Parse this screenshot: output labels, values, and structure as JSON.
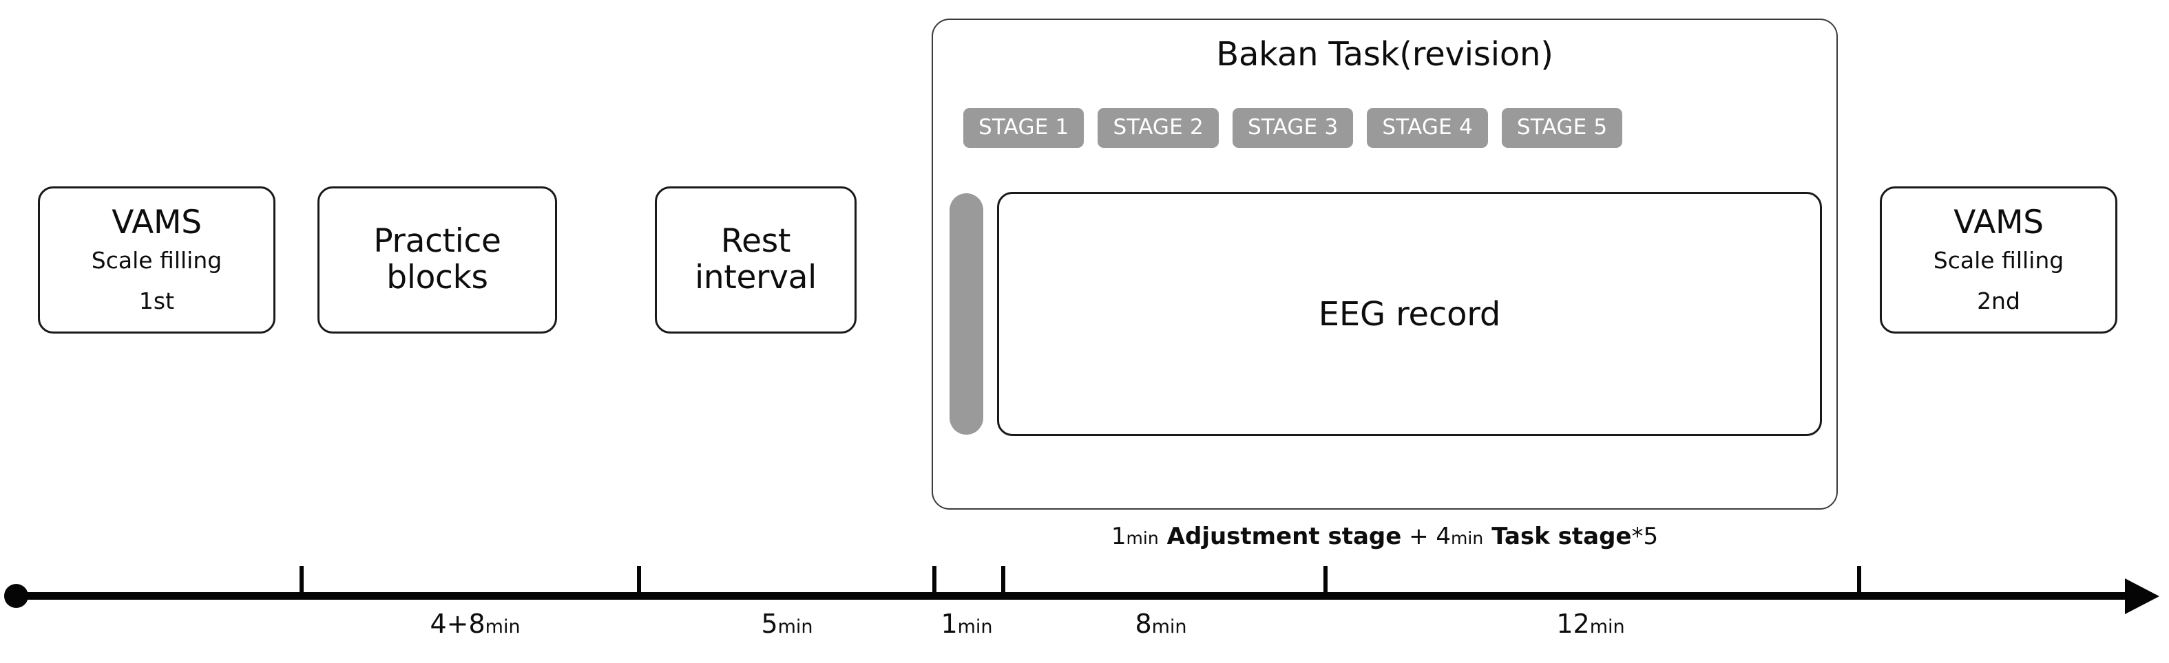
{
  "phases": [
    {
      "id": "vams-1",
      "title": "VAMS",
      "subtitle": "Scale filling",
      "ordinal": "1st"
    },
    {
      "id": "practice-blocks",
      "title": "Practice\nblocks",
      "line1": "Practice",
      "line2": "blocks"
    },
    {
      "id": "rest-interval",
      "title": "Rest\ninterval",
      "line1": "Rest",
      "line2": "interval"
    },
    {
      "id": "vams-2",
      "title": "VAMS",
      "subtitle": "Scale filling",
      "ordinal": "2nd"
    }
  ],
  "bakan": {
    "title": "Bakan Task(revision)",
    "stages": [
      {
        "label": "STAGE 1"
      },
      {
        "label": "STAGE 2"
      },
      {
        "label": "STAGE 3"
      },
      {
        "label": "STAGE 4"
      },
      {
        "label": "STAGE 5"
      }
    ],
    "eeg_label": "EEG record",
    "adjustment_bar_color": "#9a9a9a",
    "stage_badge_color": "#9a9a9a",
    "stage_badge_text_color": "#ffffff"
  },
  "composition": {
    "adjust_number": "1",
    "adjust_unit": "min",
    "adjust_label": "Adjustment stage",
    "plus": " + ",
    "task_number": "4",
    "task_unit": "min",
    "task_label": "Task stage",
    "task_repeat": "*5"
  },
  "timeline": {
    "labels": [
      {
        "value": "4+8",
        "unit": "min"
      },
      {
        "value": "5",
        "unit": "min"
      },
      {
        "value": "1",
        "unit": "min"
      },
      {
        "value": "8",
        "unit": "min"
      },
      {
        "value": "12",
        "unit": "min"
      }
    ]
  }
}
